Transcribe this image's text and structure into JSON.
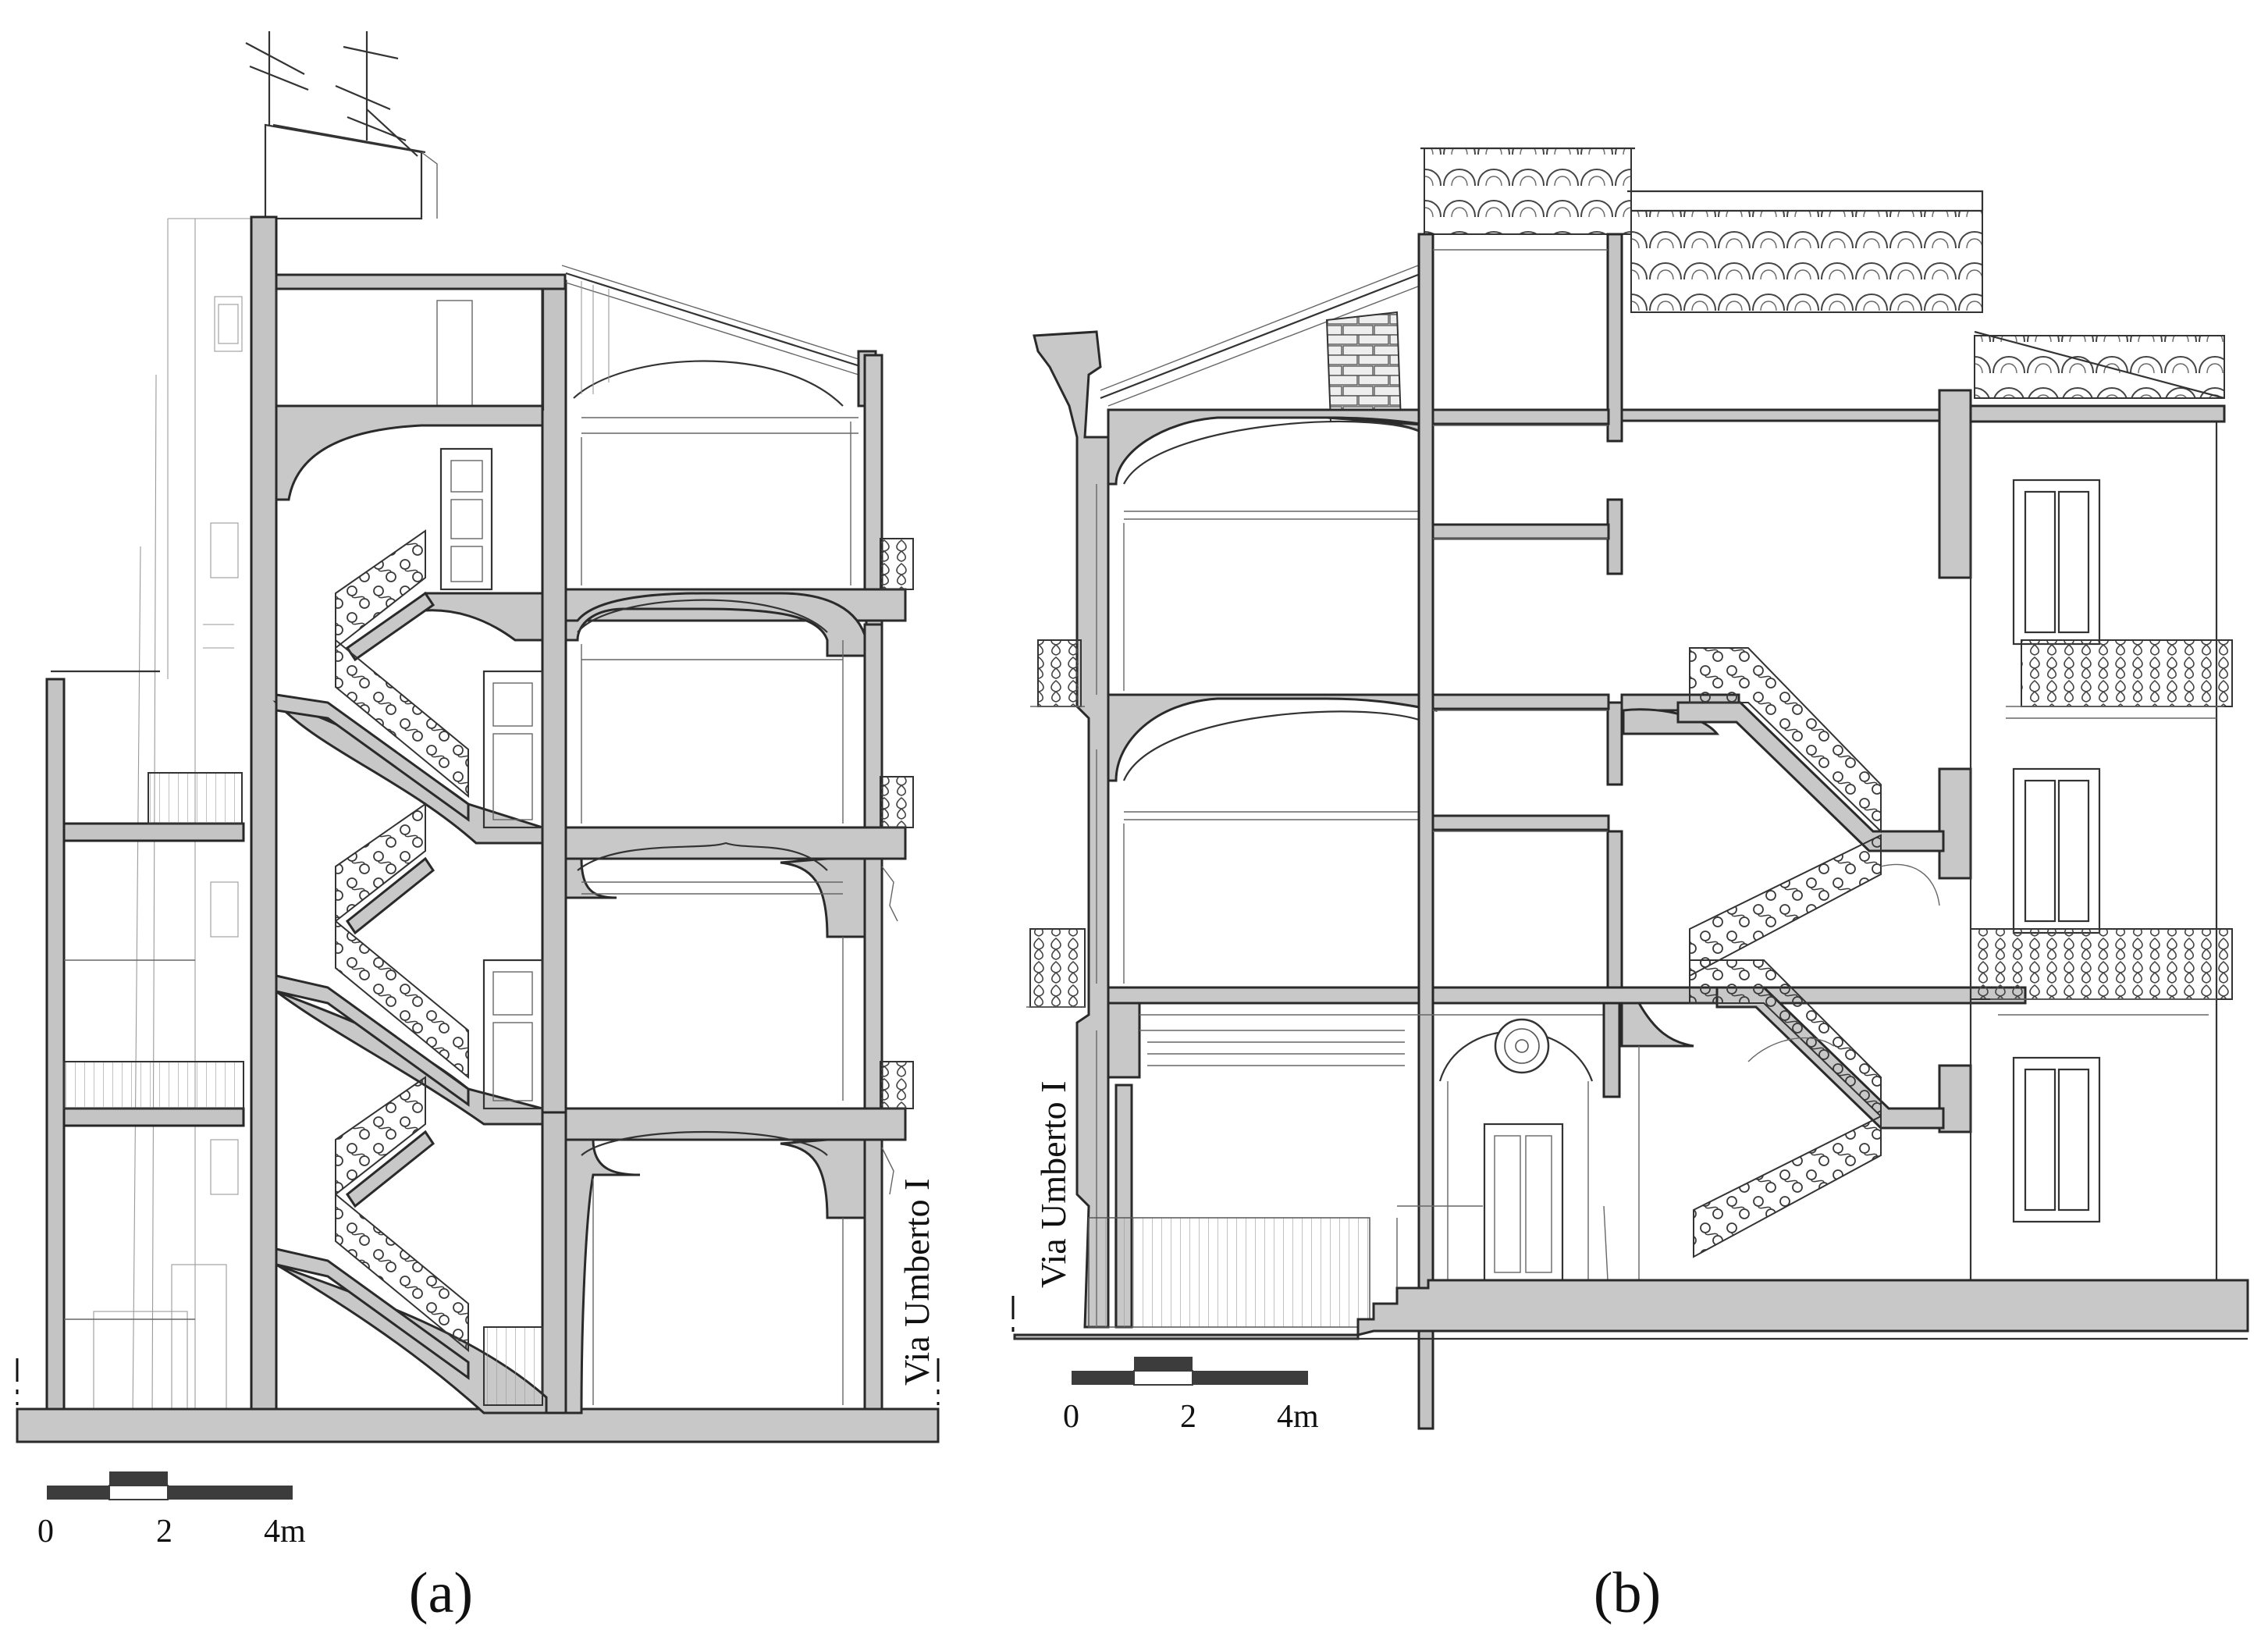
{
  "panel_a": {
    "label": "(a)",
    "street": "Via Umberto I",
    "scale": {
      "ticks": [
        "0",
        "2",
        "4m"
      ]
    }
  },
  "panel_b": {
    "label": "(b)",
    "street": "Via Umberto I",
    "scale": {
      "ticks": [
        "0",
        "2",
        "4m"
      ]
    }
  }
}
